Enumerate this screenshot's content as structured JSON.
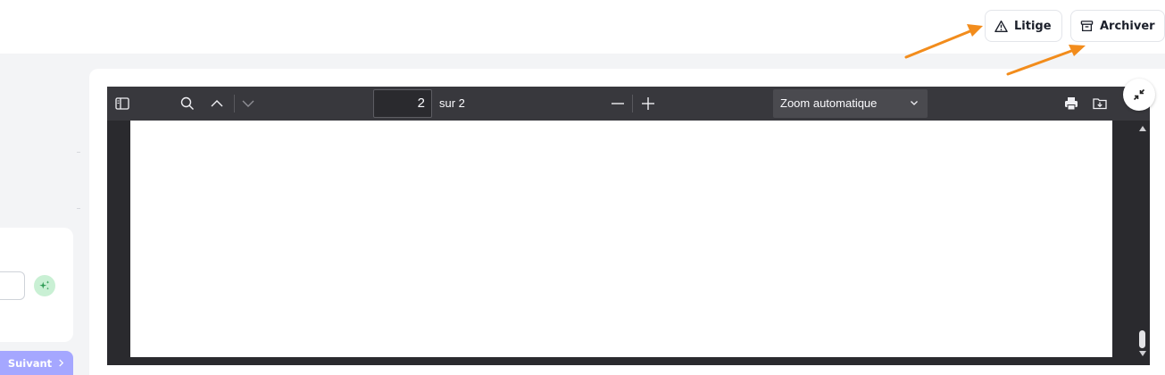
{
  "header": {
    "litige_label": "Litige",
    "archiver_label": "Archiver"
  },
  "pdf_viewer": {
    "current_page": "2",
    "page_count_label": "sur 2",
    "zoom_label": "Zoom automatique"
  },
  "form": {
    "next_label": "Suivant"
  },
  "annotations": {
    "arrow_color": "#f28c1c"
  },
  "icons": {
    "litige": "warning-triangle-icon",
    "archiver": "archive-box-icon",
    "sidebar": "sidebar-toggle-icon",
    "search": "search-icon",
    "previous": "chevron-up-icon",
    "next": "chevron-down-icon",
    "zoom_out": "minus-icon",
    "zoom_in": "plus-icon",
    "print": "print-icon",
    "save": "download-icon",
    "collapse": "collapse-arrows-icon",
    "ai": "sparkle-icon"
  }
}
